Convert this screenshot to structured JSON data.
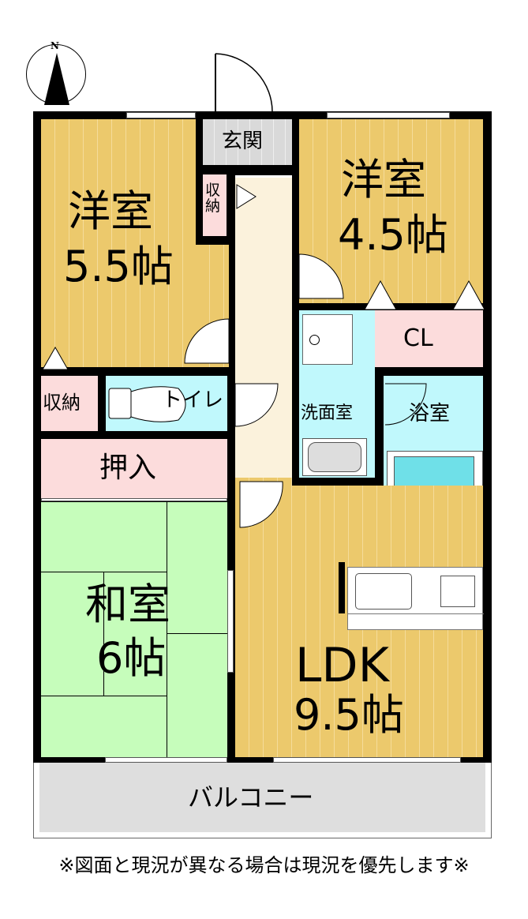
{
  "compass": {
    "label": "N"
  },
  "rooms": {
    "western1": {
      "name": "洋室",
      "size": "5.5帖"
    },
    "western2": {
      "name": "洋室",
      "size": "4.5帖"
    },
    "entrance": {
      "name": "玄関"
    },
    "storage_small": {
      "name": "収\n納"
    },
    "closet": {
      "name": "CL"
    },
    "washroom": {
      "name": "洗面室"
    },
    "bath": {
      "name": "浴室"
    },
    "storage": {
      "name": "収納"
    },
    "toilet": {
      "name": "トイレ"
    },
    "oshiire": {
      "name": "押入"
    },
    "japanese": {
      "name": "和室",
      "size": "6帖"
    },
    "ldk": {
      "name": "LDK",
      "size": "9.5帖"
    },
    "balcony": {
      "name": "バルコニー"
    }
  },
  "footer": {
    "note": "※図面と現況が異なる場合は現況を優先します※"
  },
  "colors": {
    "wood": "#ecc96c",
    "pink": "#fcdcdc",
    "cyan": "#c0f8fc",
    "green": "#c6fdbb",
    "grey": "#dedede"
  }
}
